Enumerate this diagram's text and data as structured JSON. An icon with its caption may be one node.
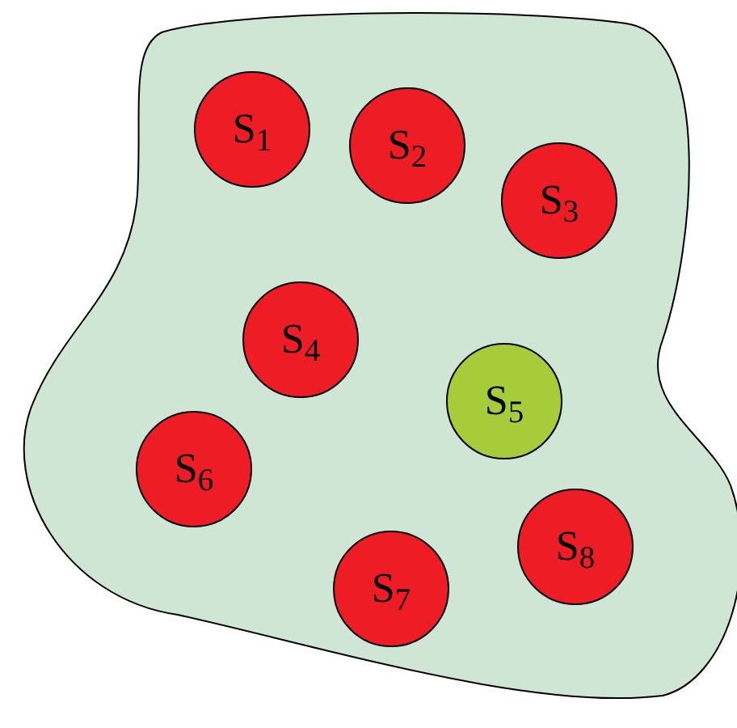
{
  "diagram": {
    "nodes": [
      {
        "text": [],
        "shape": "blob"
      },
      {
        "text": [
          "S$_{1}$"
        ],
        "in": 0
      },
      {
        "text": [
          "S$_{2}$"
        ],
        "in": 0
      },
      {
        "text": [
          "S$_{3}$"
        ],
        "in": 0
      },
      {
        "text": [
          "S$_{4}$"
        ],
        "in": 0
      },
      {
        "text": [
          "S$_{5}$"
        ],
        "in": 0
      },
      {
        "text": [
          "S$_{6}$"
        ],
        "in": 0
      },
      {
        "text": [
          "S$_{7}$"
        ],
        "in": 0
      },
      {
        "text": [
          "S$_{8}$"
        ],
        "in": 0
      }
    ]
  }
}
